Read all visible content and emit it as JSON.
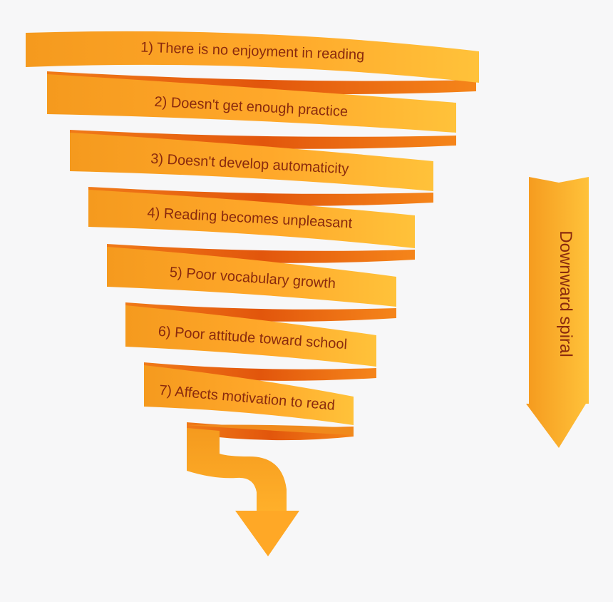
{
  "diagram": {
    "steps": [
      "1) There is no enjoyment in reading",
      "2) Doesn't get enough practice",
      "3) Doesn't develop automaticity",
      "4) Reading becomes unpleasant",
      "5) Poor vocabulary growth",
      "6) Poor attitude toward school",
      "7) Affects motivation to read"
    ],
    "side_arrow_label": "Downward spiral"
  },
  "colors": {
    "band_light": "#ffb62a",
    "band_mid": "#f79a1c",
    "band_dark": "#e85d0e",
    "inner_dark": "#d94a0a",
    "text": "#8a2a0e",
    "background": "#f7f7f8"
  }
}
